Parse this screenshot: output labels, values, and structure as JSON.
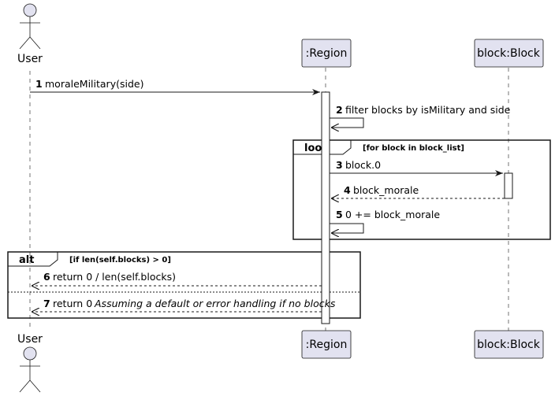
{
  "participants": {
    "user": "User",
    "region": ":Region",
    "block": "block:Block"
  },
  "messages": [
    {
      "num": "1",
      "text": "moraleMilitary(side)",
      "style": "sync"
    },
    {
      "num": "2",
      "text": "filter blocks by isMilitary and side",
      "style": "self"
    },
    {
      "num": "3",
      "text": "block.0",
      "style": "sync"
    },
    {
      "num": "4",
      "text": "block_morale",
      "style": "return"
    },
    {
      "num": "5",
      "text": "0 += block_morale",
      "style": "self"
    },
    {
      "num": "6",
      "text": "return 0 / len(self.blocks)",
      "style": "return"
    },
    {
      "num": "7",
      "text": "return 0",
      "note": "Assuming a default or error handling if no blocks",
      "style": "return"
    }
  ],
  "fragments": {
    "loop": {
      "keyword": "loop",
      "guard": "[for block in block_list]"
    },
    "alt": {
      "keyword": "alt",
      "guard": "[if len(self.blocks) > 0]"
    }
  },
  "colors": {
    "participant_fill": "#E2E2F0",
    "participant_stroke": "#181818",
    "lifeline": "#181818",
    "line": "#181818"
  }
}
